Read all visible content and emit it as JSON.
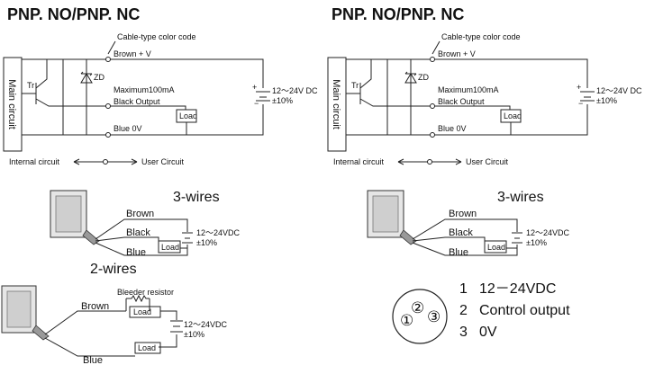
{
  "left_panel": {
    "title": "PNP. NO/PNP. NC",
    "cable_color_code": "Cable-type color code",
    "main_circuit": "Main circuit",
    "transistor": "Tr",
    "zener": "ZD",
    "brown_v": "Brown  + V",
    "max_current": "Maximum100mA",
    "black_output": "Black  Output",
    "load": "Load",
    "blue_0v": "Blue  0V",
    "supply": "12～24V DC",
    "tolerance": "±10%",
    "internal_circuit": "Internal circuit",
    "user_circuit": "User Circuit"
  },
  "right_panel": {
    "title": "PNP. NO/PNP. NC",
    "cable_color_code": "Cable-type color code",
    "main_circuit": "Main circuit",
    "transistor": "Tr",
    "zener": "ZD",
    "brown_v": "Brown  + V",
    "max_current": "Maximum100mA",
    "black_output": "Black  Output",
    "load": "Load",
    "blue_0v": "Blue  0V",
    "supply": "12～24V DC",
    "tolerance": "±10%",
    "internal_circuit": "Internal circuit",
    "user_circuit": "User Circuit"
  },
  "three_wire_left": {
    "heading": "3-wires",
    "brown": "Brown",
    "black": "Black",
    "blue": "Blue",
    "load": "Load",
    "supply": "12～24VDC",
    "tolerance": "±10%"
  },
  "three_wire_right": {
    "heading": "3-wires",
    "brown": "Brown",
    "black": "Black",
    "blue": "Blue",
    "load": "Load",
    "supply": "12～24VDC",
    "tolerance": "±10%"
  },
  "two_wire": {
    "heading": "2-wires",
    "bleeder": "Bleeder resistor",
    "brown": "Brown",
    "blue": "Blue",
    "load_top": "Load",
    "load_bottom": "Load",
    "supply": "12～24VDC",
    "tolerance": "±10%"
  },
  "connector": {
    "pin1": "①",
    "pin2": "②",
    "pin3": "③",
    "items": [
      {
        "num": "1",
        "text": "12－24VDC"
      },
      {
        "num": "2",
        "text": "Control output"
      },
      {
        "num": "3",
        "text": "0V"
      }
    ]
  }
}
